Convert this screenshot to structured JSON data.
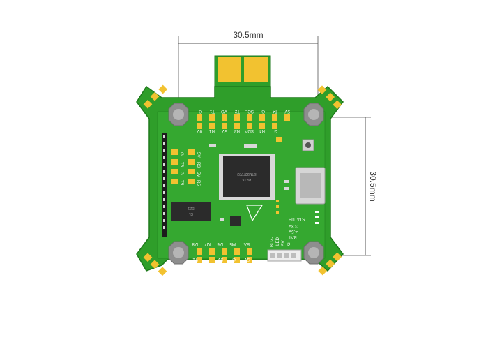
{
  "dimensions": {
    "horizontal_label": "30.5mm",
    "vertical_label": "30.5mm"
  },
  "colors": {
    "pcb": "#2f9e2a",
    "pcb_edge": "#1f7a1c",
    "pad_gold": "#f2c230",
    "chip": "#2b2b2b",
    "standoff": "#9a9a9a"
  },
  "silkscreen": {
    "top_row_upper": [
      "G",
      "T1",
      "VO",
      "T2",
      "SCL",
      "G",
      "T4",
      "5V"
    ],
    "top_row_lower": [
      "9V",
      "R1",
      "5V",
      "R2",
      "SDA",
      "R4",
      "G"
    ],
    "left_column": [
      "5V",
      "R3",
      "G",
      "T3",
      "5V",
      "R5",
      "G",
      "T5"
    ],
    "bottom_row_upper": [
      "M8",
      "M7",
      "M6",
      "M5",
      "BAT"
    ],
    "bottom_row_lower": [
      "V1",
      "5V",
      "G",
      "5V"
    ],
    "status_labels": [
      "STATUS",
      "3.3V",
      "4.5V",
      "BAT"
    ],
    "buzzer_labels": [
      "BUZ-",
      "LED",
      "5V",
      "G"
    ],
    "mcu_marking": [
      "STM32F722",
      "RET6"
    ],
    "gyro_marking": [
      "BZ1",
      "CL"
    ]
  },
  "icons": {
    "logo": "triangle-logo-icon"
  }
}
